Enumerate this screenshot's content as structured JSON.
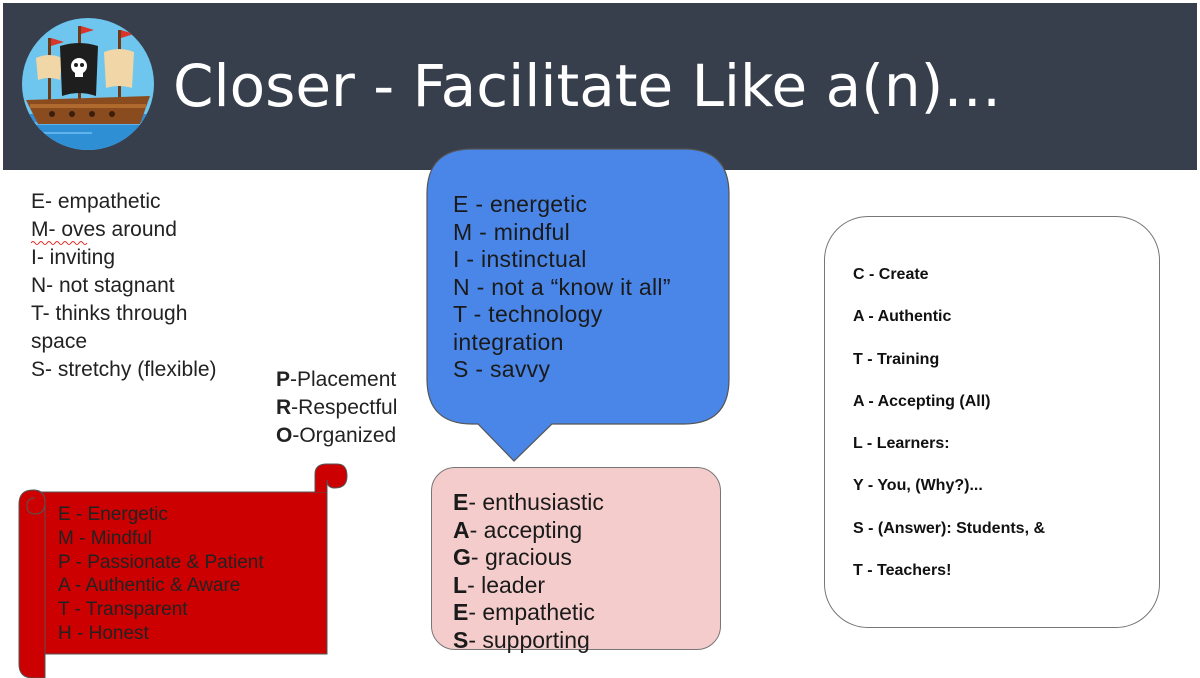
{
  "title": "Closer - Facilitate Like a(n)…",
  "emit_list": [
    "E- empathetic",
    "M- oves around",
    "I- inviting",
    "N- not stagnant",
    "T- thinks through",
    "space",
    "S- stretchy (flexible)"
  ],
  "pro_list": [
    {
      "letter": "P",
      "rest": "-Placement"
    },
    {
      "letter": "R",
      "rest": "-Respectful"
    },
    {
      "letter": "O",
      "rest": "-Organized"
    }
  ],
  "blue_list": [
    "E - energetic",
    "M - mindful",
    "I - instinctual",
    "N - not a “know it all”",
    "T - technology",
    "integration",
    "S - savvy"
  ],
  "red_list": [
    "E - Energetic",
    "M - Mindful",
    "P - Passionate & Patient",
    "A - Authentic & Aware",
    "T - Transparent",
    "H - Honest"
  ],
  "pink_list": [
    {
      "letter": "E",
      "rest": "- enthusiastic"
    },
    {
      "letter": "A",
      "rest": "- accepting"
    },
    {
      "letter": "G",
      "rest": "- gracious"
    },
    {
      "letter": "L",
      "rest": "- leader"
    },
    {
      "letter": "E",
      "rest": "- empathetic"
    },
    {
      "letter": "S",
      "rest": "- supporting"
    }
  ],
  "catalyst_list": [
    "C - Create",
    "A - Authentic",
    "T - Training",
    "A - Accepting (All)",
    "L - Learners:",
    "Y - You, (Why?)...",
    "S - (Answer): Students, &",
    "T - Teachers!"
  ],
  "colors": {
    "header": "#373f4d",
    "blue_bubble": "#4a86e8",
    "scroll_red": "#cc0000",
    "pink_box": "#f4cccc"
  },
  "icons": {
    "logo": "pirate-ship-icon"
  }
}
